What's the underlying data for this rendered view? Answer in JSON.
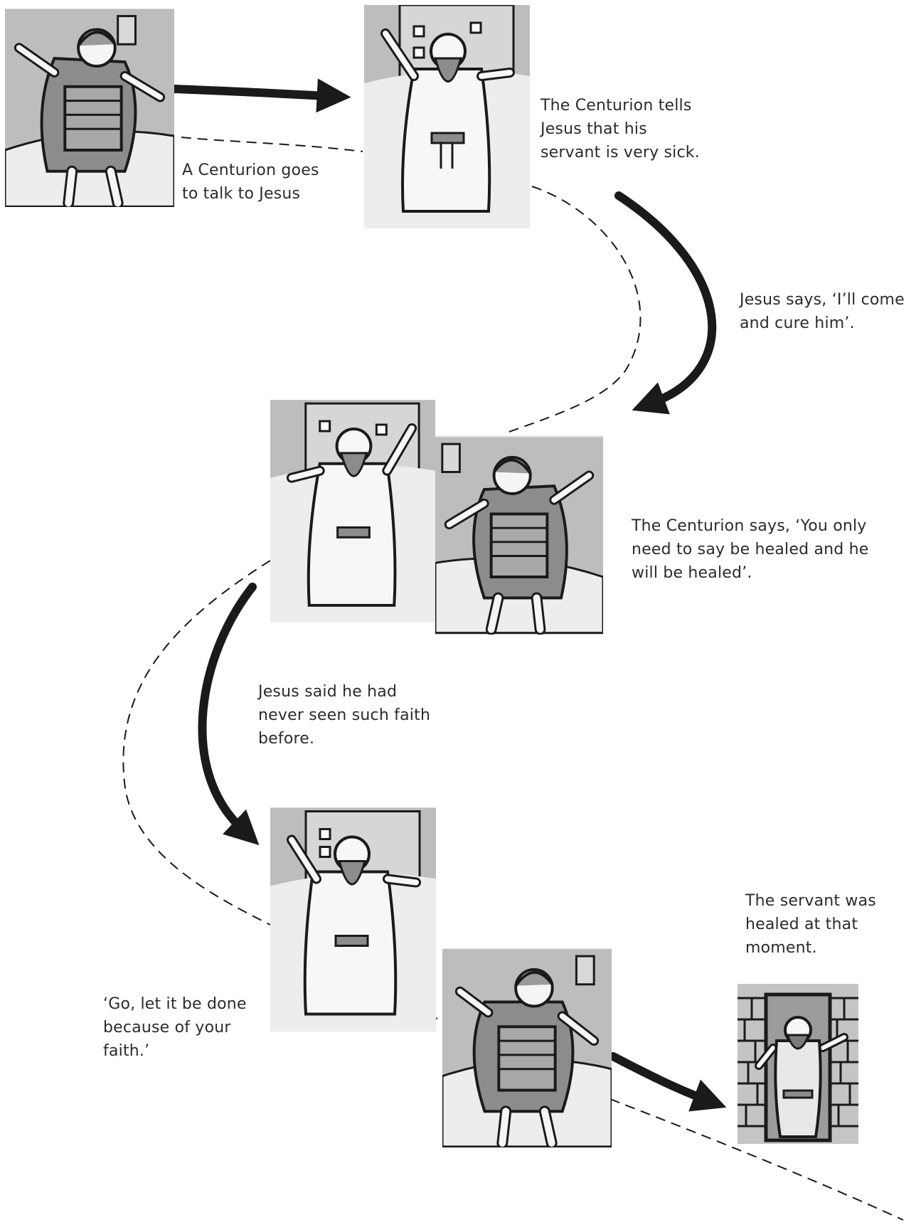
{
  "captions": {
    "c1": [
      "A Centurion goes",
      "to talk to Jesus"
    ],
    "c2": [
      "The Centurion tells",
      "Jesus that his",
      "servant is very sick."
    ],
    "c3": [
      "Jesus says, ‘I’ll come",
      "and cure him’."
    ],
    "c4": [
      "The Centurion says, ‘You only",
      "need to say be healed and he",
      "will be healed’."
    ],
    "c5": [
      "Jesus said he had",
      "never seen such faith",
      "before."
    ],
    "c6": [
      "‘Go, let it be done",
      "because of your",
      "faith.’"
    ],
    "c7": [
      "The servant was",
      "healed at that",
      "moment."
    ]
  },
  "panels": {
    "p1": "centurion-icon",
    "p2": "jesus-icon",
    "p3": "jesus-icon",
    "p4": "centurion-icon",
    "p5": "jesus-icon",
    "p6": "centurion-icon",
    "p7": "servant-icon"
  },
  "colors": {
    "ink": "#1a1a1a",
    "sky": "#bdbdbd",
    "ground": "#ededed",
    "robe": "#f7f7f7",
    "armor": "#8c8c8c"
  }
}
